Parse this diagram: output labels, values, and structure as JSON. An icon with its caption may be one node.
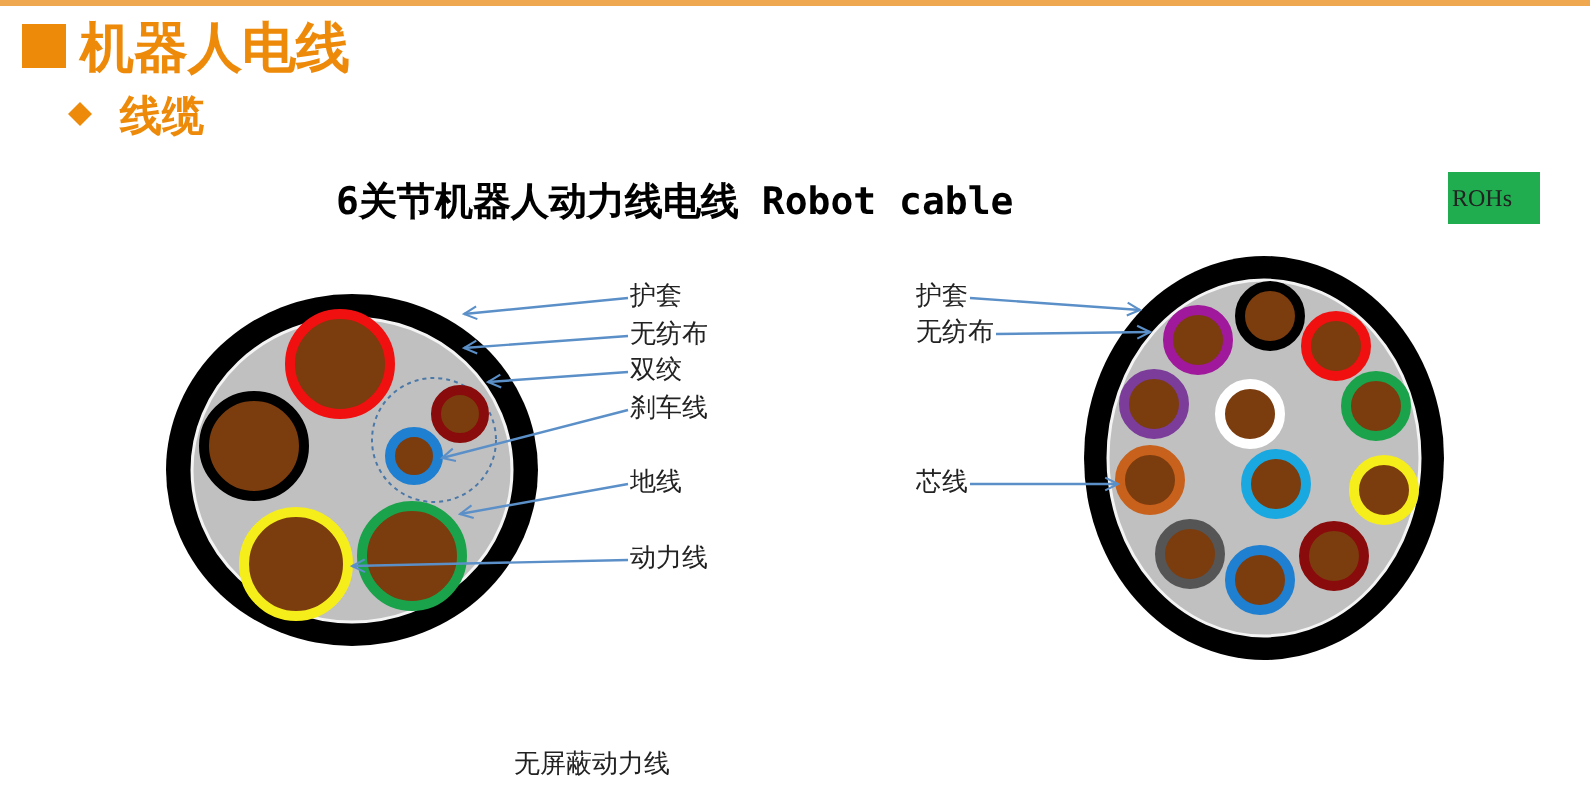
{
  "diagram": {
    "title": "机器人电线",
    "caption": "无屏蔽动力线",
    "nodes": [
      {
        "text": [
          "护套"
        ]
      },
      {
        "text": [
          "无纺布"
        ]
      },
      {
        "text": [
          "双绞"
        ]
      },
      {
        "text": [
          "刹车线"
        ]
      },
      {
        "text": [
          "地线"
        ]
      },
      {
        "text": [
          "动力线"
        ]
      },
      {
        "text": [
          "护套"
        ]
      },
      {
        "text": [
          "无纺布"
        ]
      },
      {
        "text": [
          "芯线"
        ]
      },
      {
        "text": [],
        "shape": "circle"
      },
      {
        "text": [],
        "shape": "circle",
        "in": 9
      },
      {
        "text": [],
        "shape": "circle",
        "in": 10
      },
      {
        "text": [],
        "shape": "circle",
        "in": 11
      },
      {
        "text": [],
        "shape": "circle",
        "in": 10
      },
      {
        "text": [],
        "shape": "circle",
        "in": 10
      },
      {
        "text": [],
        "shape": "circle"
      },
      {
        "text": [],
        "shape": "circle",
        "in": 15
      },
      {
        "text": [],
        "shape": "circle",
        "in": 16
      },
      {
        "text": [
          "ROHs"
        ]
      }
    ],
    "edges": [
      {
        "from": 0,
        "to": 9,
        "arrow": "to"
      },
      {
        "from": 1,
        "to": 10,
        "arrow": "to"
      },
      {
        "from": 2,
        "to": 11,
        "arrow": "to"
      },
      {
        "from": 3,
        "to": 12,
        "arrow": "to"
      },
      {
        "from": 4,
        "to": 14,
        "arrow": "to"
      },
      {
        "from": 5,
        "to": 13,
        "arrow": "to"
      },
      {
        "from": 6,
        "to": 15,
        "arrow": "to"
      },
      {
        "from": 7,
        "to": 16,
        "arrow": "to"
      },
      {
        "from": 8,
        "to": 17,
        "arrow": "to"
      }
    ],
    "labels": [
      "线缆",
      "6关节机器人动力线电线 Robot cable"
    ]
  }
}
